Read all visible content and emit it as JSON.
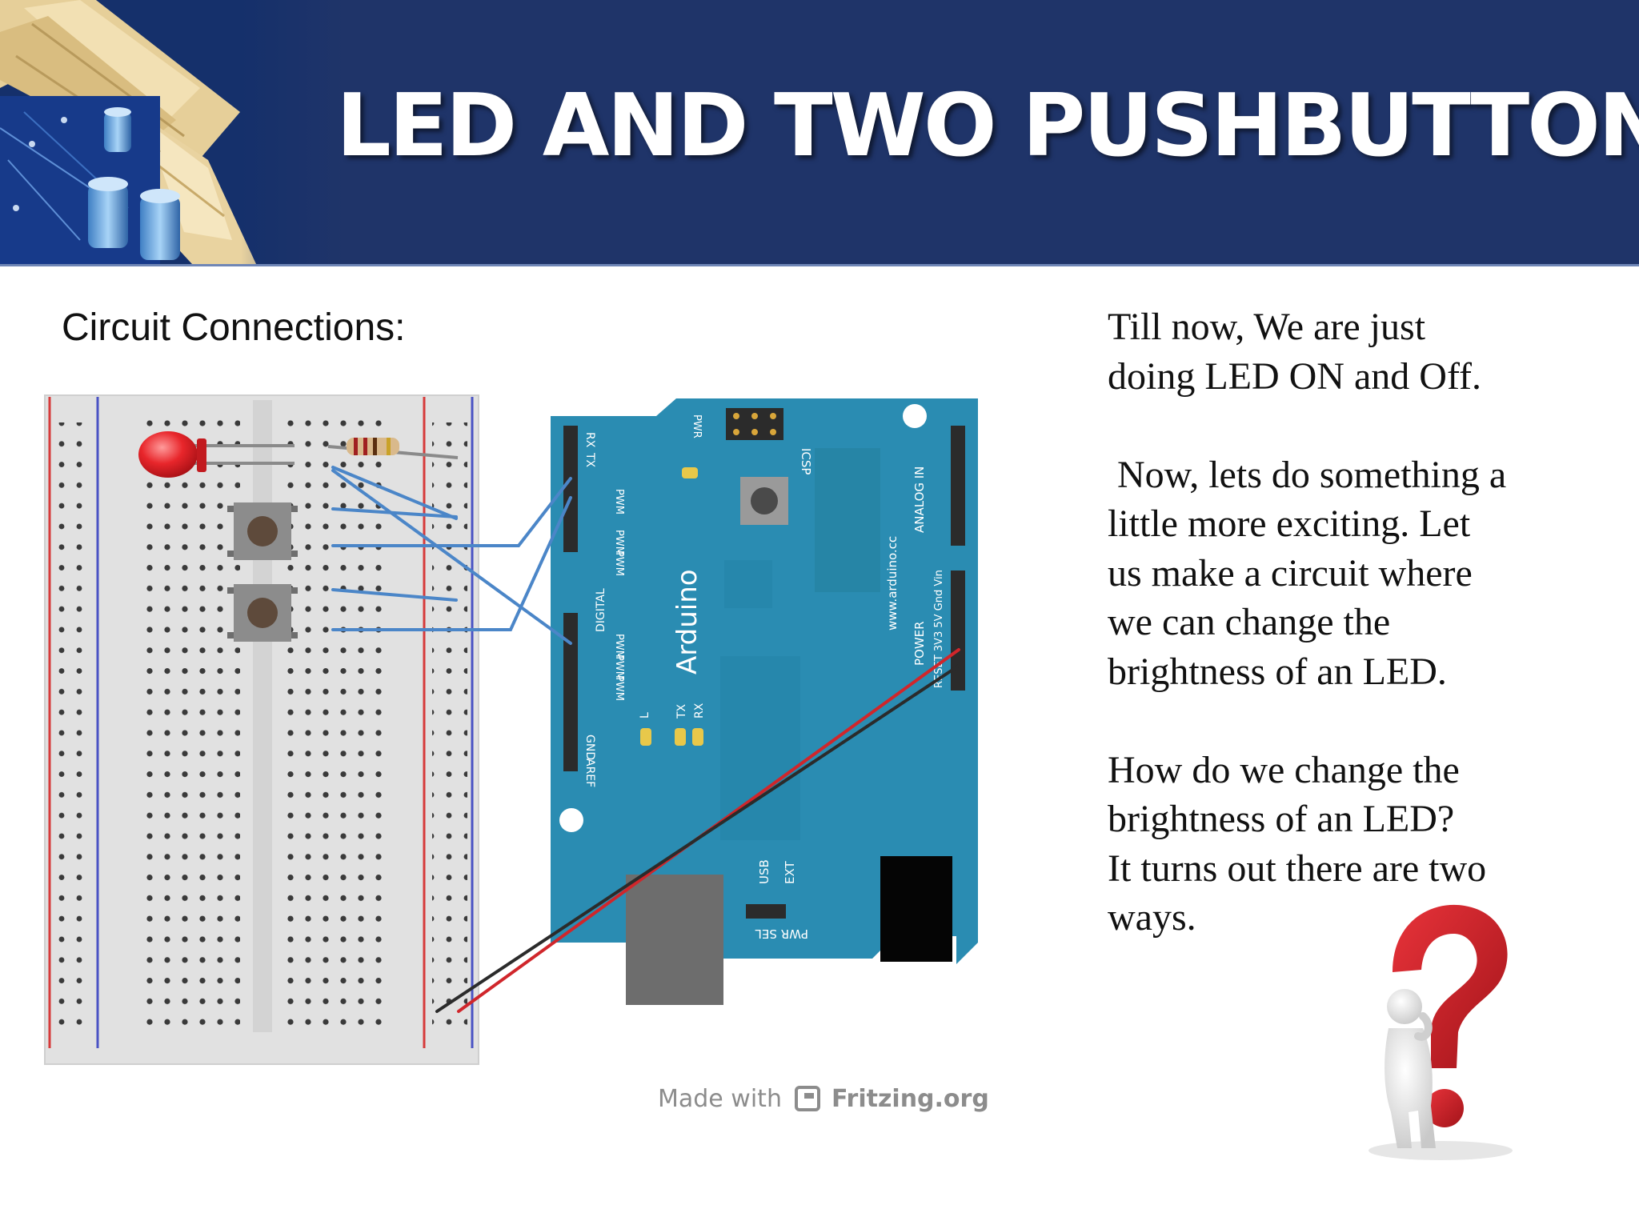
{
  "slide": {
    "title": "LED AND TWO PUSHBUTTONS",
    "subtitle": "Circuit Connections:",
    "paragraphs": [
      [
        "Till now, We are just",
        "doing LED ON and Off."
      ],
      [
        " Now, lets do something a",
        "little more exciting. Let",
        "us make a circuit where",
        "we can change the",
        "brightness of an LED."
      ],
      [
        "How do we change the",
        "brightness of an LED?",
        "It turns out there are two",
        "ways."
      ]
    ]
  },
  "diagram": {
    "board_name": "Arduino",
    "board_url": "www.arduino.cc",
    "labels": {
      "icsp": "ICSP",
      "pwr": "PWR",
      "digital": "DIGITAL",
      "analog_in": "ANALOG IN",
      "power": "POWER",
      "usb": "USB",
      "ext": "EXT",
      "pwr_sel": "PWR SEL",
      "aref": "AREF",
      "gnd": "GND",
      "pwm": "PWM",
      "tx": "TX",
      "rx": "RX",
      "l": "L",
      "power_pins": "RESET 3V3 5V Gnd Vin"
    },
    "credit_prefix": "Made with",
    "credit_site": "Fritzing.org"
  }
}
